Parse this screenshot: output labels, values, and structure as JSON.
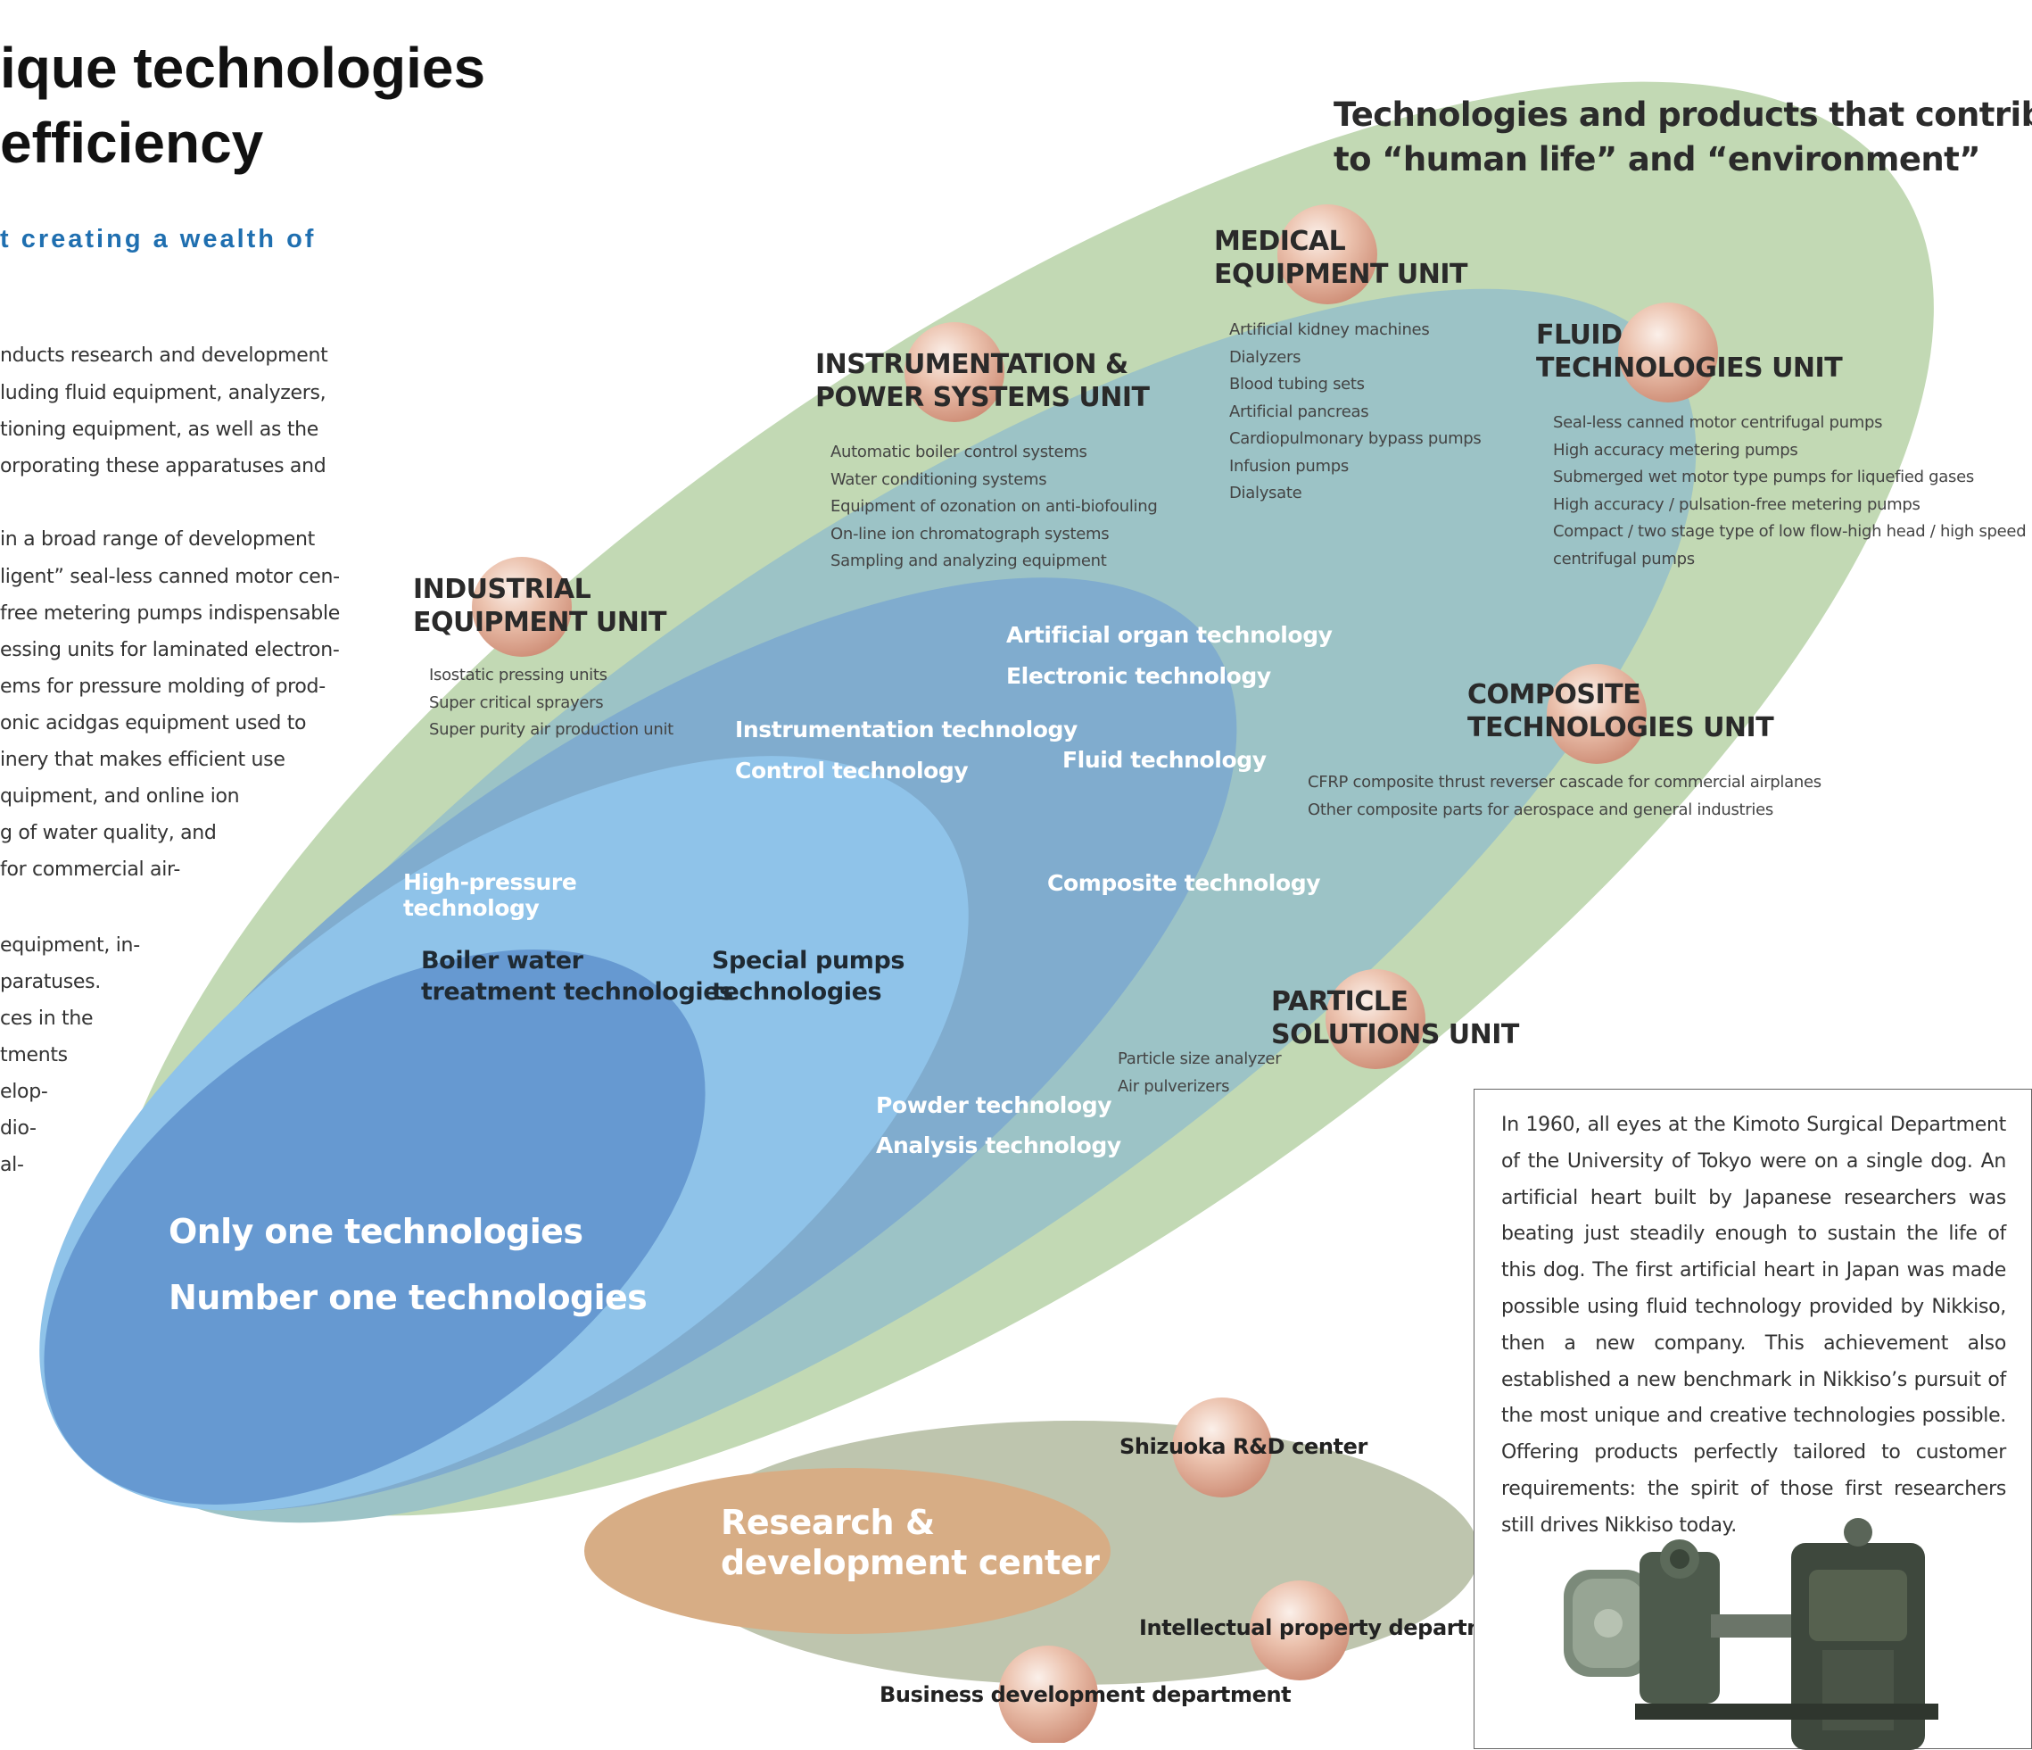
{
  "heading": {
    "line1": "ique technologies",
    "line2": "efficiency"
  },
  "subheading": "t  creating  a  wealth  of",
  "body_lines": [
    "nducts research and development",
    "luding fluid equipment, analyzers,",
    "tioning equipment, as well as the",
    "orporating these apparatuses and",
    "in a broad range of development",
    "ligent” seal-less canned motor cen-",
    "free metering pumps indispensable",
    "essing units for laminated electron-",
    "ems for pressure molding of prod-",
    "onic acidgas equipment used to",
    "inery that makes efficient use",
    "quipment, and online ion",
    "g of water quality, and",
    "for commercial air-",
    "equipment, in-",
    "paratuses.",
    "ces in the",
    "tments",
    "elop-",
    "dio-",
    "al-"
  ],
  "contribute_title": {
    "line1": "Technologies and products that contribute",
    "line2": "to “human life” and “environment”"
  },
  "units": {
    "medical": {
      "title1": "MEDICAL",
      "title2": "EQUIPMENT UNIT",
      "items": [
        "Artificial kidney machines",
        "Dialyzers",
        "Blood tubing sets",
        "Artificial pancreas",
        "Cardiopulmonary bypass pumps",
        "Infusion pumps",
        "Dialysate"
      ]
    },
    "fluid": {
      "title1": "FLUID",
      "title2": "TECHNOLOGIES UNIT",
      "items": [
        "Seal-less canned motor centrifugal pumps",
        "High accuracy metering pumps",
        "Submerged wet motor type pumps for liquefied gases",
        "High accuracy / pulsation-free metering pumps",
        "Compact / two stage type of low flow-high head / high speed",
        "centrifugal pumps"
      ]
    },
    "instrumentation": {
      "title1": "INSTRUMENTATION &",
      "title2": "POWER SYSTEMS UNIT",
      "items": [
        "Automatic boiler control systems",
        "Water conditioning systems",
        "Equipment of ozonation on anti-biofouling",
        "On-line ion chromatograph systems",
        "Sampling and analyzing equipment"
      ]
    },
    "industrial": {
      "title1": "INDUSTRIAL",
      "title2": "EQUIPMENT UNIT",
      "items": [
        "Isostatic pressing units",
        "Super critical sprayers",
        "Super purity air production unit"
      ]
    },
    "composite": {
      "title1": "COMPOSITE",
      "title2": "TECHNOLOGIES UNIT",
      "items": [
        "CFRP composite thrust reverser cascade for commercial airplanes",
        "Other composite parts for aerospace and general industries"
      ]
    },
    "particle": {
      "title1": "PARTICLE",
      "title2": "SOLUTIONS UNIT",
      "items": [
        "Particle size analyzer",
        "Air pulverizers"
      ]
    }
  },
  "technologies": {
    "artificial_organ": "Artificial organ technology",
    "electronic": "Electronic technology",
    "instrumentation": "Instrumentation technology",
    "control": "Control technology",
    "fluid": "Fluid technology",
    "composite": "Composite technology",
    "high_pressure_1": "High-pressure",
    "high_pressure_2": "technology",
    "powder": "Powder technology",
    "analysis": "Analysis technology"
  },
  "pump_tech": {
    "boiler1": "Boiler water",
    "boiler2": "treatment technologies",
    "special1": "Special pumps",
    "special2": "technologies"
  },
  "core": {
    "only_one": "Only one technologies",
    "number_one": "Number one technologies"
  },
  "rd": {
    "title1": "Research &",
    "title2": "development center",
    "shizuoka": "Shizuoka R&D center",
    "ip": "Intellectual property department",
    "business": "Business development department"
  },
  "story": "In 1960, all eyes at the Kimoto Surgical Department of the University of Tokyo were on a single dog.  An artificial heart built by Japanese researchers was beating just steadily enough to sustain the life of this dog.  The first artificial heart in Japan was made possible using fluid technology provided by Nikkiso, then a new company.  This achievement also established a new benchmark in Nikkiso’s pursuit of the most unique and creative technologies possible.  Offering products perfectly tailored to customer requirements: the spirit of those first researchers still drives Nikkiso today.",
  "colors": {
    "outer_green": "#c2d9b4",
    "teal": "#9cc3c6",
    "mid_blue": "#80acce",
    "light_blue": "#8fc3e9",
    "core_blue": "#6699d1",
    "rd_gray": "#bec5ae",
    "rd_orange": "#d7ad85",
    "heading_blue": "#1f6fb0",
    "sphere": "#e8b8a2"
  }
}
